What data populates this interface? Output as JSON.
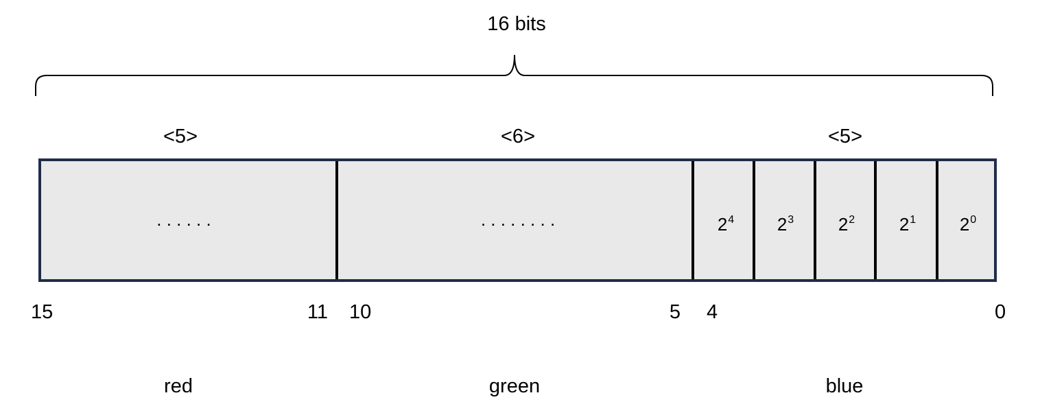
{
  "header": {
    "total_bits_label": "16 bits"
  },
  "fields": [
    {
      "width_label": "<5>",
      "channel": "red",
      "dots": ". . . . . .",
      "high_bit": "15",
      "low_bit": "11"
    },
    {
      "width_label": "<6>",
      "channel": "green",
      "dots": ". . . . . . . .",
      "high_bit": "10",
      "low_bit": "5"
    },
    {
      "width_label": "<5>",
      "channel": "blue",
      "high_bit": "4",
      "low_bit": "0"
    }
  ],
  "blue_bits": [
    {
      "base": "2",
      "exp": "4"
    },
    {
      "base": "2",
      "exp": "3"
    },
    {
      "base": "2",
      "exp": "2"
    },
    {
      "base": "2",
      "exp": "1"
    },
    {
      "base": "2",
      "exp": "0"
    }
  ],
  "colors": {
    "register_fill": "#e9e9e9",
    "register_border": "#1f2d4a",
    "divider": "#000000",
    "text": "#000000"
  }
}
